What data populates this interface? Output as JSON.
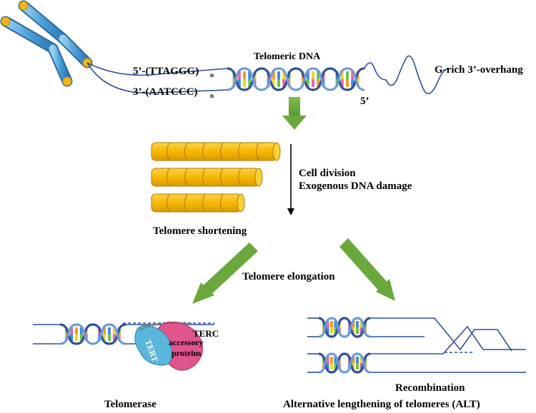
{
  "labels": {
    "telomeric_dna": "Telomeric DNA",
    "strand_top": "5’-(TTAGGG)",
    "strand_top_sub": "n",
    "strand_bottom": "3’-(AATCCC)",
    "strand_bottom_sub": "n",
    "overhang": "G-rich 3’-overhang",
    "five_prime_end": "5’",
    "cell_division": "Cell division",
    "dna_damage": "Exogenous DNA damage",
    "shortening": "Telomere shortening",
    "elongation": "Telomere elongation",
    "terc": "TERC",
    "tert": "TERT",
    "accessory": "accessory",
    "proteins": "proteins",
    "telomerase": "Telomerase",
    "recombination": "Recombination",
    "alt": "Alternative lengthening of telomeres (ALT)"
  },
  "shortening_bars": [
    {
      "segments": 7
    },
    {
      "segments": 6
    },
    {
      "segments": 5
    }
  ],
  "colors": {
    "strand": "#2f4f9a",
    "helix_light": "#6f9ad8",
    "chromosome": "#5aa6d8",
    "chromosome_tip": "#f2b61d",
    "bar_fill": "#f5b800",
    "bar_stroke": "#b07a00",
    "arrow_green": "#6aa83c",
    "tert_blue": "#5bb6dc",
    "terc_pink": "#e0558c",
    "base_colors": [
      "#6fc04b",
      "#e26aa8",
      "#f29a2b",
      "#3f8fd8",
      "#f2d23a"
    ]
  }
}
